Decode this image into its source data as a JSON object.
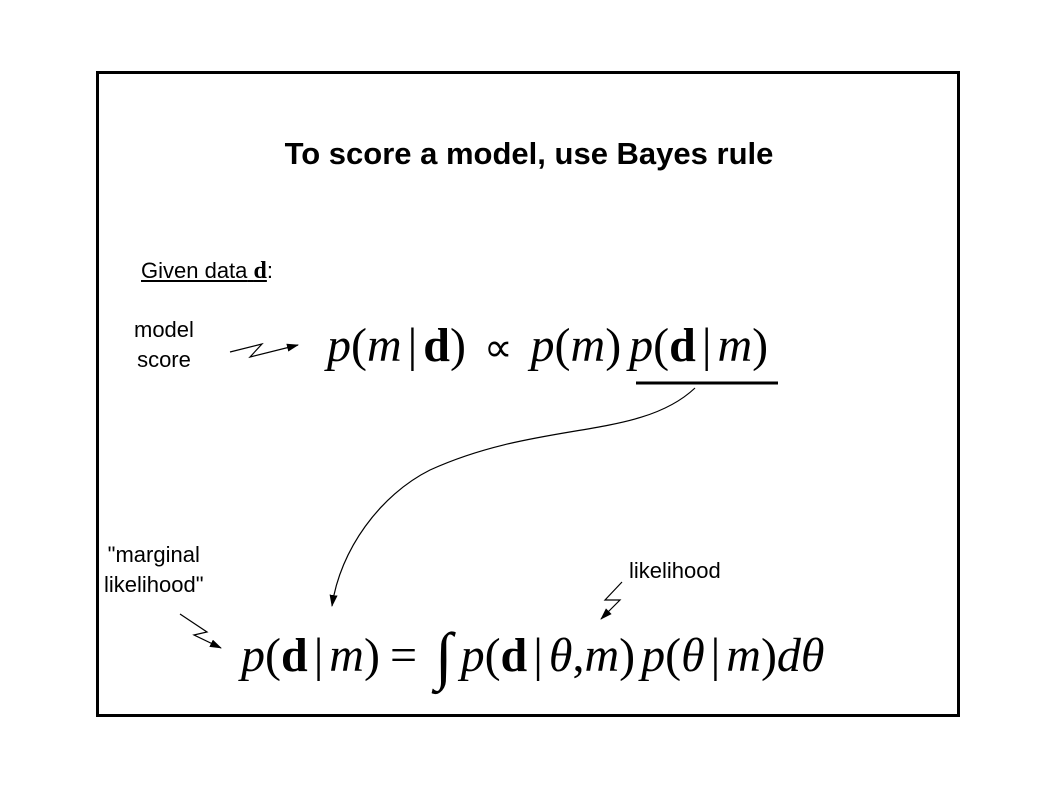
{
  "slide": {
    "title": "To score a model, use Bayes rule",
    "given": {
      "prefix": "Given data",
      "symbol": "d",
      "suffix": ":"
    },
    "labels": {
      "model_score_line1": "model",
      "model_score_line2": "score",
      "marginal_line1": "\"marginal",
      "marginal_line2": "likelihood\"",
      "likelihood": "likelihood"
    },
    "equations": {
      "top": {
        "lhs_p": "p",
        "lhs_open": "(",
        "lhs_m": "m",
        "lhs_bar": "|",
        "lhs_d": "d",
        "lhs_close": ")",
        "prop": "∝",
        "prior_p": "p",
        "prior_open": "(",
        "prior_m": "m",
        "prior_close": ")",
        "lik_p": "p",
        "lik_open": "(",
        "lik_d": "d",
        "lik_bar": "|",
        "lik_m": "m",
        "lik_close": ")"
      },
      "bottom": {
        "lhs_p": "p",
        "lhs_open": "(",
        "lhs_d": "d",
        "lhs_bar": "|",
        "lhs_m": "m",
        "lhs_close": ")",
        "eq": "=",
        "integral": "∫",
        "t1_p": "p",
        "t1_open": "(",
        "t1_d": "d",
        "t1_bar": "|",
        "t1_theta": "θ",
        "t1_comma": ",",
        "t1_m": "m",
        "t1_close": ")",
        "t2_p": "p",
        "t2_open": "(",
        "t2_theta": "θ",
        "t2_bar": "|",
        "t2_m": "m",
        "t2_close": ")",
        "dtheta_d": "d",
        "dtheta_theta": "θ"
      }
    }
  }
}
